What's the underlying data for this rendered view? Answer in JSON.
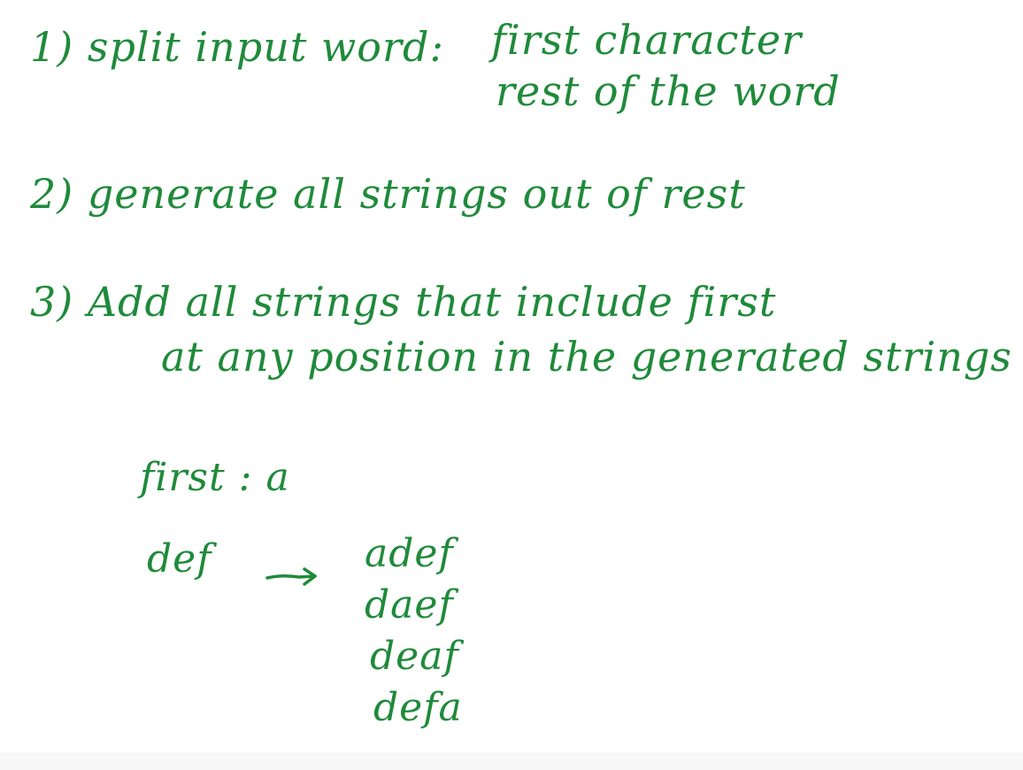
{
  "notes": {
    "step1": {
      "label": "1) split input word:",
      "part_a": "first character",
      "part_b": "rest of the word"
    },
    "step2": "2) generate all strings out of rest",
    "step3": {
      "line1": "3) Add all strings that include first",
      "line2": "at any position in the generated strings"
    },
    "example": {
      "first_line": "first : a",
      "base_word": "def",
      "results": [
        "adef",
        "daef",
        "deaf",
        "defa"
      ]
    }
  },
  "colors": {
    "ink": "#1f8a3a",
    "background": "#ffffff"
  }
}
